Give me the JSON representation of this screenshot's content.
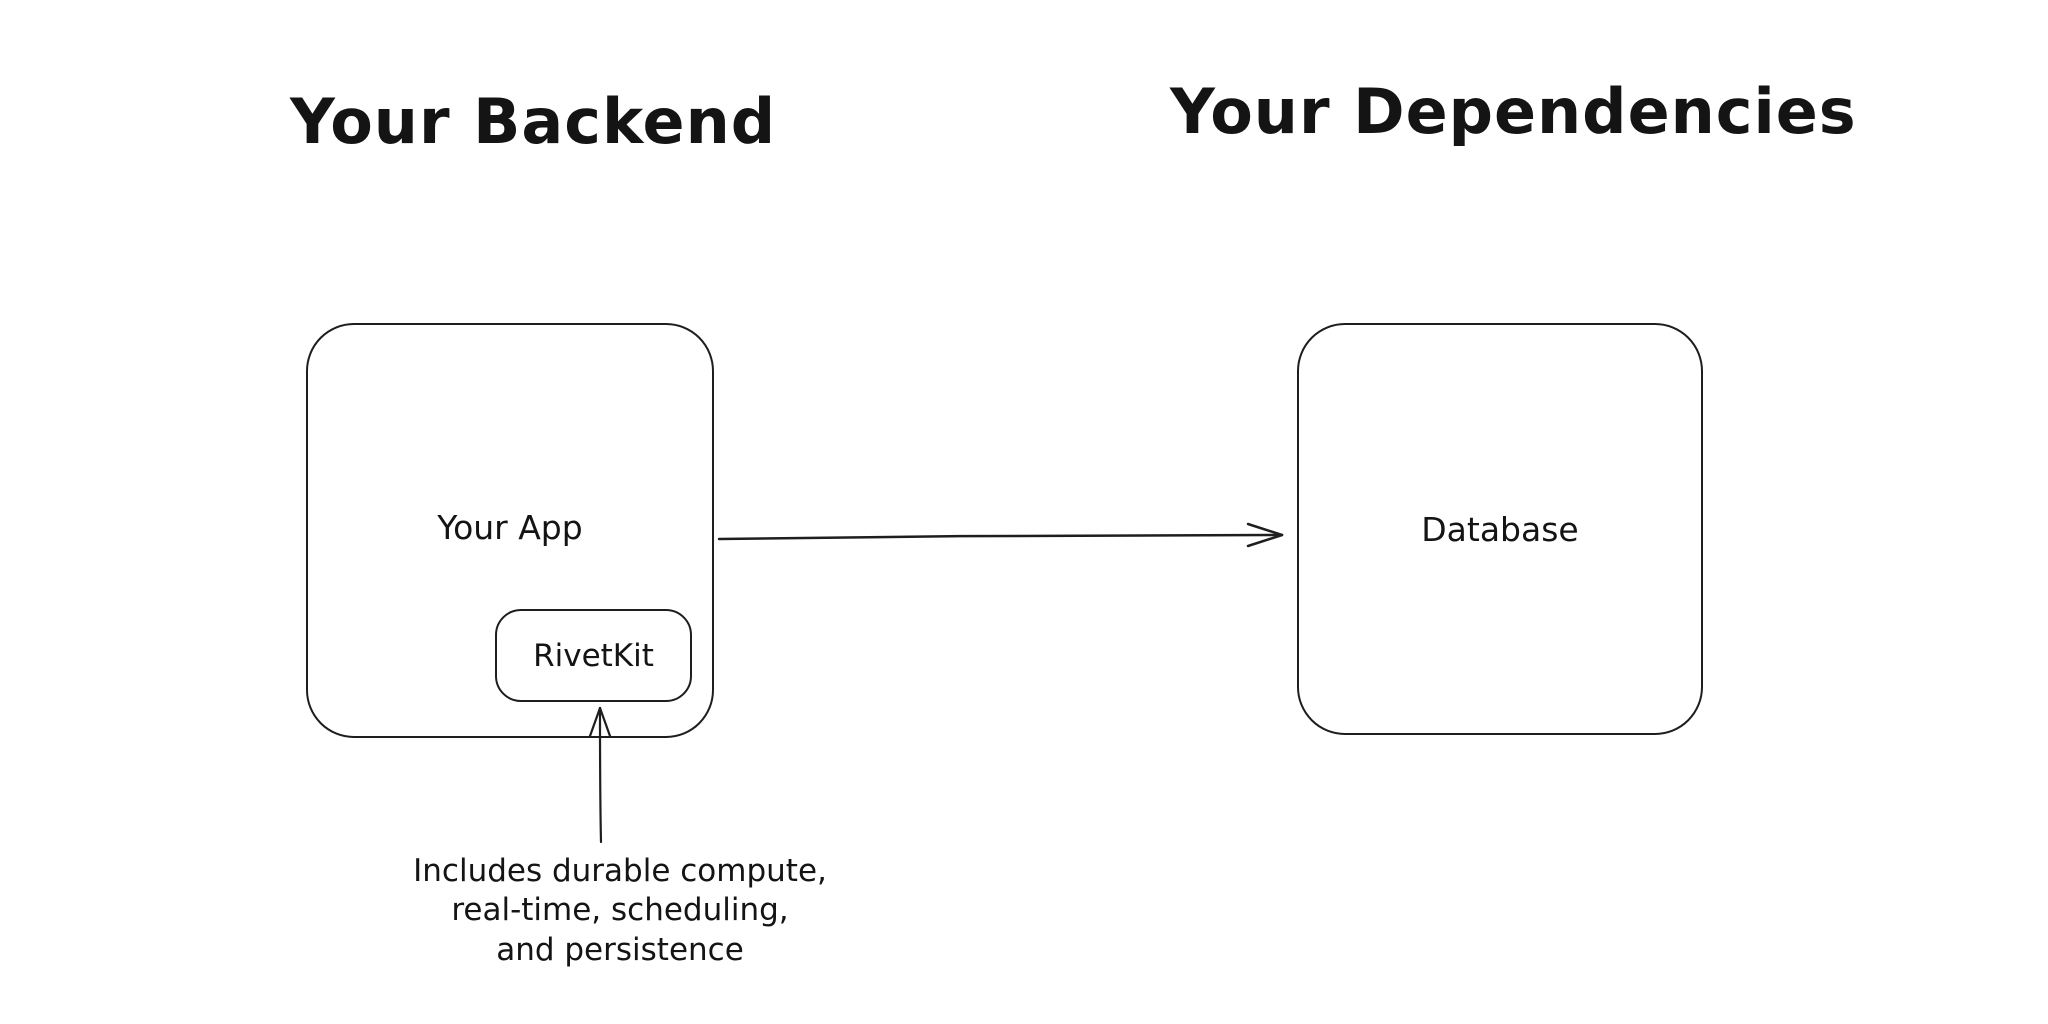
{
  "diagram": {
    "left_title": "Your Backend",
    "right_title": "Your Dependencies",
    "app_box_label": "Your App",
    "rivetkit_label": "RivetKit",
    "database_label": "Database",
    "caption_lines": {
      "0": "Includes durable compute,",
      "1": "real-time, scheduling,",
      "2": "and persistence"
    },
    "colors": {
      "stroke": "#1e1e1e",
      "background": "#ffffff"
    }
  }
}
